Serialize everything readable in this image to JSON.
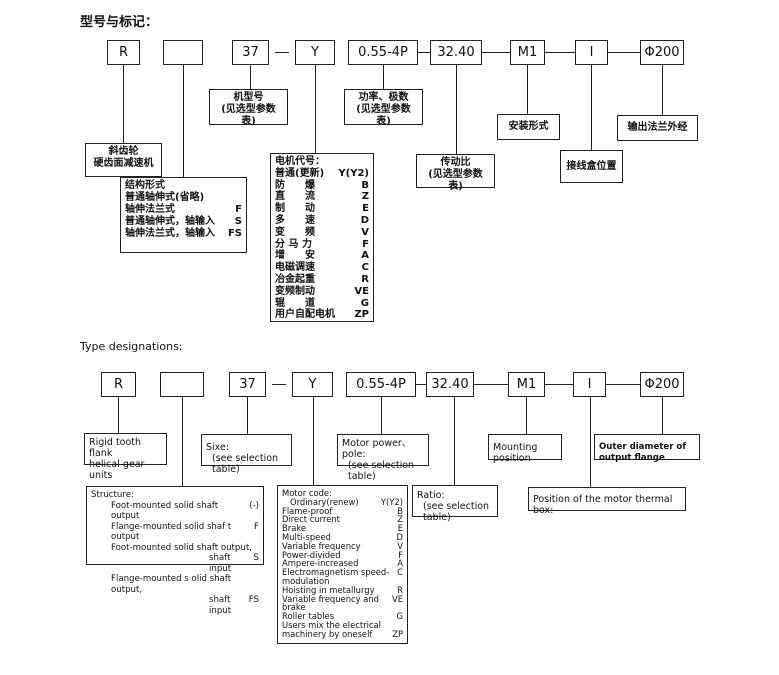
{
  "cn": {
    "heading": "型号与标记：",
    "codes": [
      "R",
      "",
      "37",
      "Y",
      "0.55-4P",
      "32.40",
      "M1",
      "I",
      "Φ200"
    ],
    "helical": [
      "斜齿轮",
      "硬齿面减速机"
    ],
    "size": [
      "机型号",
      "(见选型参数表)"
    ],
    "power": [
      "功率、极数",
      "(见选型参数表)"
    ],
    "ratio": [
      "传动比",
      "(见选型参数表)"
    ],
    "mounting": "安装形式",
    "terminal": "接线盒位置",
    "flange": "输出法兰外经",
    "structure": [
      {
        "label": "结构形式",
        "code": ""
      },
      {
        "label": "普通轴伸式(省略)",
        "code": ""
      },
      {
        "label": "轴伸法兰式",
        "code": "F"
      },
      {
        "label": "普通轴伸式，轴输入",
        "code": "S"
      },
      {
        "label": "轴伸法兰式，轴输入",
        "code": "FS"
      }
    ],
    "motor": [
      {
        "label": "电机代号：",
        "code": ""
      },
      {
        "label": "普通(更新)",
        "code": "Y(Y2)"
      },
      {
        "label": "防　　爆",
        "code": "B"
      },
      {
        "label": "直　　流",
        "code": "Z"
      },
      {
        "label": "制　　动",
        "code": "E"
      },
      {
        "label": "多　　速",
        "code": "D"
      },
      {
        "label": "变　　频",
        "code": "V"
      },
      {
        "label": "分 马 力",
        "code": "F"
      },
      {
        "label": "增　　安",
        "code": "A"
      },
      {
        "label": "电磁调速",
        "code": "C"
      },
      {
        "label": "冶金起重",
        "code": "R"
      },
      {
        "label": "变频制动",
        "code": "VE"
      },
      {
        "label": "辊　　道",
        "code": "G"
      },
      {
        "label": "用户自配电机",
        "code": "ZP"
      }
    ]
  },
  "en": {
    "heading": "Type designations:",
    "codes": [
      "R",
      "",
      "37",
      "Y",
      "0.55-4P",
      "32.40",
      "M1",
      "I",
      "Φ200"
    ],
    "helical": [
      "Rigid tooth flank",
      "helical gear units"
    ],
    "size": [
      "Sixe:",
      "(see selection table)"
    ],
    "power": [
      "Motor power、pole:",
      "(see selection table)"
    ],
    "ratio": [
      "Ratio:",
      "(see selection table)"
    ],
    "mounting": "Mounting position",
    "terminal": "Position of the motor thermal box:",
    "flange": "Outer diameter of output flange",
    "structure_title": "Structure:",
    "structure": [
      {
        "label": "Foot-mounted solid shaft output",
        "code": "(-)"
      },
      {
        "label": "Flange-mounted solid shaf t output",
        "code": "F"
      },
      {
        "label": "Foot-mounted solid shaft output,",
        "code": ""
      },
      {
        "label": "shaft input",
        "code": "S"
      },
      {
        "label": "Flange-mounted s olid shaft output,",
        "code": ""
      },
      {
        "label": "shaft input",
        "code": "FS"
      }
    ],
    "motor_title": "Motor code:",
    "motor": [
      {
        "label": "Ordinary(renew)",
        "code": "Y(Y2)"
      },
      {
        "label": "Flame-proof",
        "code": "B"
      },
      {
        "label": "Direct current",
        "code": "Z"
      },
      {
        "label": "Brake",
        "code": "E"
      },
      {
        "label": "Multi-speed",
        "code": "D"
      },
      {
        "label": "Variable frequency",
        "code": "V"
      },
      {
        "label": "Power-divided",
        "code": "F"
      },
      {
        "label": "Ampere-increased",
        "code": "A"
      },
      {
        "label": "Electromagnetism speed-",
        "code": "C"
      },
      {
        "label": "modulation",
        "code": ""
      },
      {
        "label": "Hoisting in metallurgy",
        "code": "R"
      },
      {
        "label": "Variable frequency and",
        "code": "VE"
      },
      {
        "label": "brake",
        "code": ""
      },
      {
        "label": "Roller tables",
        "code": "G"
      },
      {
        "label": "Users mix the electrical",
        "code": ""
      },
      {
        "label": "machinery by oneself",
        "code": "ZP"
      }
    ]
  }
}
